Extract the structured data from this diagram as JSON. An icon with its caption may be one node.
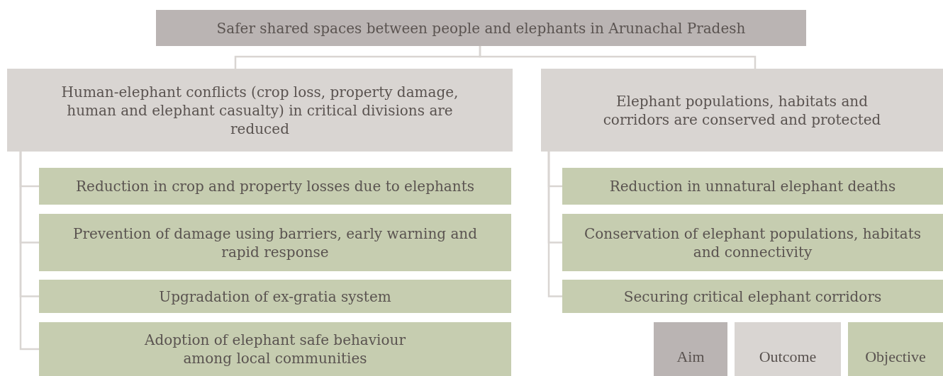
{
  "diagram": {
    "nodes": [
      {
        "text": [
          "Safer shared spaces between people and elephants in Arunachal Pradesh"
        ]
      },
      {
        "text": [
          "Human-elephant conflicts (crop loss, property damage, human and elephant casualty) in critical divisions are reduced"
        ]
      },
      {
        "text": [
          "Elephant populations, habitats and corridors are conserved and protected"
        ]
      },
      {
        "text": [
          "Reduction in crop and property losses due to elephants"
        ]
      },
      {
        "text": [
          "Prevention of damage using barriers, early warning and rapid response"
        ]
      },
      {
        "text": [
          "Upgradation of ex-gratia system"
        ]
      },
      {
        "text": [
          "Adoption of elephant safe behaviour among local communities"
        ]
      },
      {
        "text": [
          "Reduction in unnatural elephant deaths"
        ]
      },
      {
        "text": [
          "Conservation of elephant populations, habitats and connectivity"
        ]
      },
      {
        "text": [
          "Securing critical elephant corridors"
        ]
      }
    ],
    "edges": [
      {
        "from": 0,
        "to": 1,
        "arrow": "none"
      },
      {
        "from": 0,
        "to": 2,
        "arrow": "none"
      },
      {
        "from": 1,
        "to": 3,
        "arrow": "none"
      },
      {
        "from": 1,
        "to": 4,
        "arrow": "none"
      },
      {
        "from": 1,
        "to": 5,
        "arrow": "none"
      },
      {
        "from": 1,
        "to": 6,
        "arrow": "none"
      },
      {
        "from": 2,
        "to": 7,
        "arrow": "none"
      },
      {
        "from": 2,
        "to": 8,
        "arrow": "none"
      },
      {
        "from": 2,
        "to": 9,
        "arrow": "none"
      }
    ],
    "legend": [
      {
        "text": "Aim",
        "color": "#bab4b3"
      },
      {
        "text": "Outcome",
        "color": "#d9d5d2"
      },
      {
        "text": "Objective",
        "color": "#c6cdb0"
      }
    ]
  }
}
